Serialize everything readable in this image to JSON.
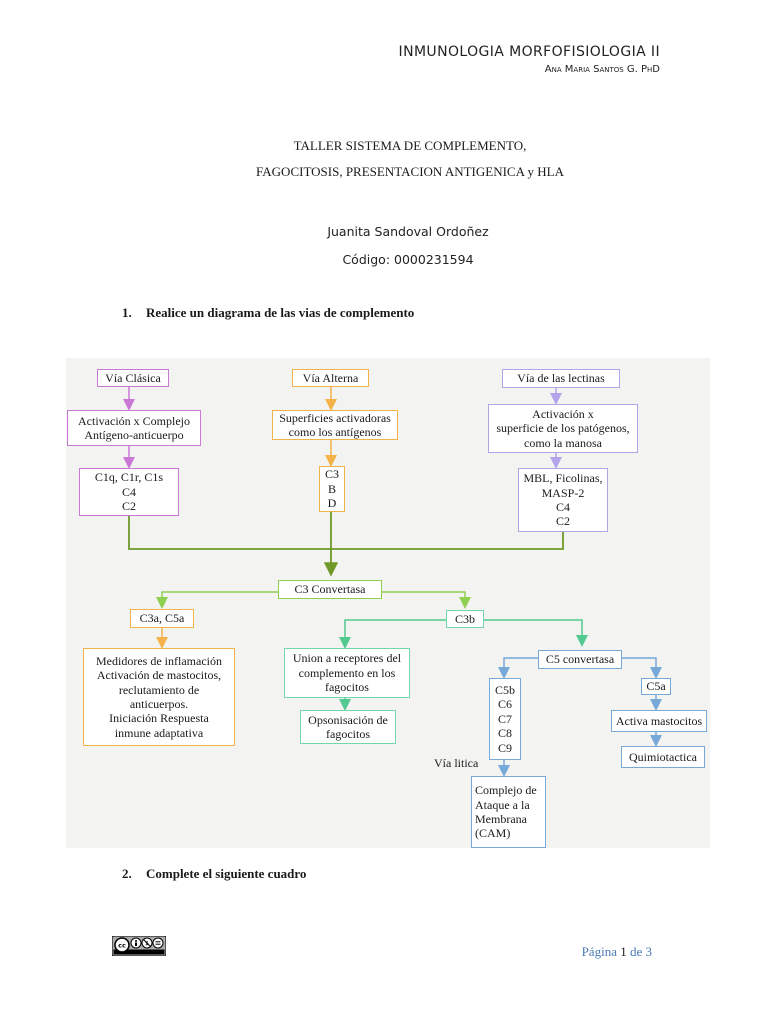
{
  "header": {
    "course": "INMUNOLOGIA MORFOFISIOLOGIA II",
    "instructor": "Ana Maria Santos G. PhD"
  },
  "title": {
    "line1": "TALLER SISTEMA DE COMPLEMENTO,",
    "line2": "FAGOCITOSIS, PRESENTACION ANTIGENICA y HLA"
  },
  "student": {
    "name": "Juanita Sandoval Ordoñez",
    "code": "Código: 0000231594"
  },
  "questions": [
    {
      "num": "1.",
      "text": "Realice un diagrama de las vias de complemento"
    },
    {
      "num": "2.",
      "text": "Complete el siguiente cuadro"
    }
  ],
  "diagram": {
    "via_clasica": "Vía Clásica",
    "via_alterna": "Vía Alterna",
    "via_lectinas": "Vía de las lectinas",
    "activacion_complejo": "Activación x Complejo\nAntígeno-anticuerpo",
    "superficies": "Superficies activadoras\ncomo los antígenos",
    "activacion_patogenos": "Activación x\nsuperficie de los patógenos,\ncomo la manosa",
    "clasica_factores": "C1q, C1r, C1s\nC4\nC2",
    "alterna_factores": "C3\nB\nD",
    "lectinas_factores": "MBL, Ficolinas,\nMASP-2\nC4\nC2",
    "c3_convertasa": "C3 Convertasa",
    "c3a_c5a": "C3a, C5a",
    "c3b": "C3b",
    "mediadores": "Medidores de inflamación\nActivación de mastocitos,\nreclutamiento de\nanticuerpos.\nIniciación Respuesta\ninmune adaptativa",
    "union_receptores": "Union a receptores del\ncomplemento en los\nfagocitos",
    "opsonisacion": "Opsonisación de\nfagocitos",
    "c5_convertasa": "C5 convertasa",
    "c5b_list": "C5b\nC6\nC7\nC8\nC9",
    "c5a": "C5a",
    "activa_mastocitos": "Activa mastocitos",
    "quimiotactica": "Quimiotactica",
    "via_litica": "Vía litica",
    "cam": "Complejo de\nAtaque a la\nMembrana\n(CAM)"
  },
  "colors": {
    "pink": "#c978d6",
    "violet": "#b3a4ea",
    "green": "#8fcf52",
    "dark_green": "#6f9a2a",
    "orange": "#f4b24a",
    "mint": "#74d6a8",
    "blue": "#76a8d8",
    "page_blue": "#4a7ab5"
  },
  "footer": {
    "license_icon": "cc-by-nc-nd-badge",
    "page_word": "Página",
    "page_num": "1",
    "page_of": "de",
    "page_total": "3"
  }
}
